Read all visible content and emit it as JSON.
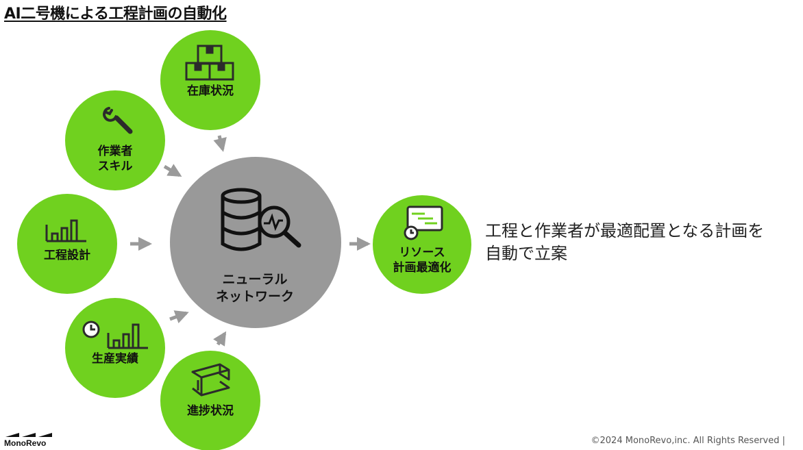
{
  "title": "AI二号機による工程計画の自動化",
  "center": {
    "line1": "ニューラル",
    "line2": "ネットワーク"
  },
  "inputs": [
    {
      "id": "inventory",
      "label1": "在庫状況",
      "label2": ""
    },
    {
      "id": "skill",
      "label1": "作業者",
      "label2": "スキル"
    },
    {
      "id": "design",
      "label1": "工程設計",
      "label2": ""
    },
    {
      "id": "results",
      "label1": "生産実績",
      "label2": ""
    },
    {
      "id": "progress",
      "label1": "進捗状況",
      "label2": ""
    }
  ],
  "output": {
    "label1": "リソース",
    "label2": "計画最適化"
  },
  "description": {
    "line1": "工程と作業者が最適配置となる計画を",
    "line2": "自動で立案"
  },
  "footer": {
    "logo": "MonoRevo",
    "copyright": "©2024 MonoRevo,inc. All Rights Reserved |"
  },
  "colors": {
    "node_green": "#70d11f",
    "center_gray": "#999999",
    "arrow_gray": "#9a9a9a",
    "icon_dark": "#2b2b2b"
  }
}
